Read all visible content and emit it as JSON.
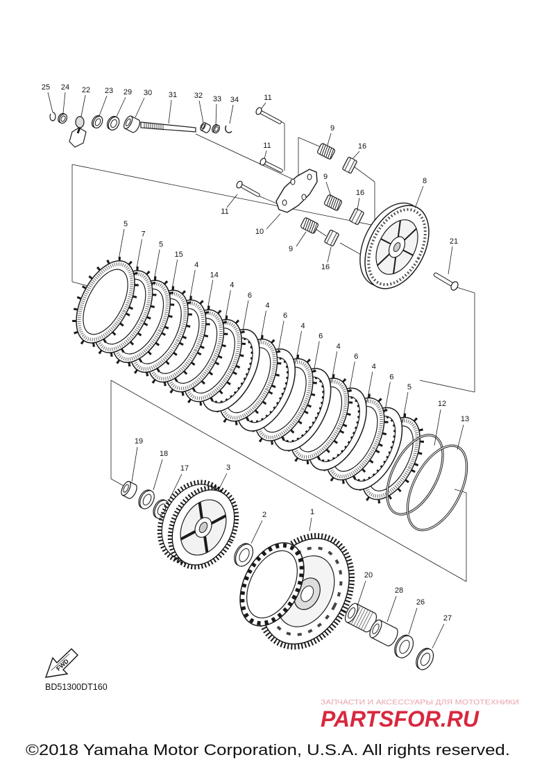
{
  "diagram": {
    "callouts": [
      "25",
      "24",
      "22",
      "23",
      "29",
      "30",
      "31",
      "32",
      "33",
      "34",
      "11",
      "9",
      "16",
      "11",
      "9",
      "16",
      "8",
      "11",
      "10",
      "9",
      "16",
      "21",
      "5",
      "7",
      "5",
      "15",
      "4",
      "14",
      "4",
      "6",
      "4",
      "6",
      "4",
      "6",
      "4",
      "6",
      "4",
      "6",
      "5",
      "12",
      "13",
      "19",
      "18",
      "17",
      "3",
      "2",
      "1",
      "20",
      "28",
      "26",
      "27"
    ],
    "drawing_code": "BD51300DT160",
    "direction_label": "FWD"
  },
  "watermark": {
    "tagline": "ЗАПЧАСТИ И АКСЕССУАРЫ ДЛЯ МОТОТЕХНИКИ",
    "logo": "PARTSFOR.RU"
  },
  "footer": {
    "copyright": "©2018 Yamaha Motor Corporation, U.S.A. All rights reserved."
  }
}
